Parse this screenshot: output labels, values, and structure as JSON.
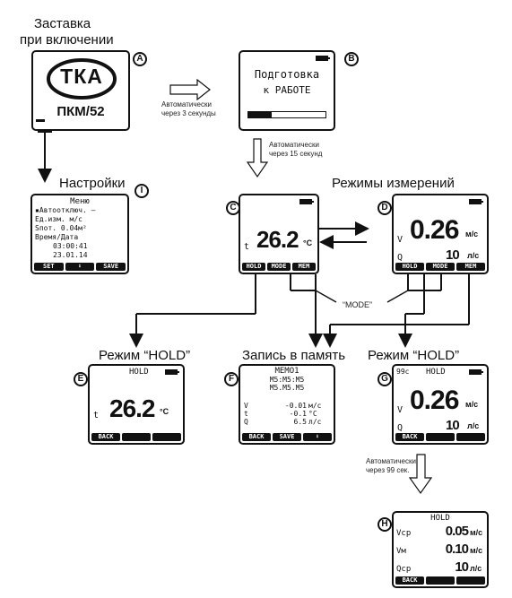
{
  "labels": {
    "startup": [
      "Заставка",
      "при включении"
    ],
    "settings": "Настройки",
    "modes": "Режимы измерений",
    "hold_e": "Режим “HOLD”",
    "memory": "Запись в память",
    "hold_g": "Режим “HOLD”",
    "mode_label": "“MODE”"
  },
  "notes": {
    "auto3": [
      "Автоматически",
      "через 3 секунды"
    ],
    "auto15": [
      "Автоматически",
      "через 15 секунд"
    ],
    "auto99": [
      "Автоматически",
      "через 99 сек."
    ]
  },
  "badges": {
    "A": "A",
    "B": "B",
    "C": "C",
    "D": "D",
    "E": "E",
    "F": "F",
    "G": "G",
    "H": "H",
    "I": "I"
  },
  "screen_a": {
    "logo": "ТКА",
    "model": "ПКМ/52"
  },
  "screen_b": {
    "line1": "Подготовка",
    "line2": "к РАБОТЕ",
    "progress": 0.3
  },
  "screen_i": {
    "title": "Меню",
    "lines": [
      "▪Автоотключ. —",
      "Ед.изм.    м/с",
      "Sпот.  0.04м²",
      "Время/Дата",
      "03:00:41",
      "23.01.14"
    ],
    "buttons": [
      "SET",
      "⬇",
      "SAVE"
    ]
  },
  "screen_c": {
    "param": "t",
    "value": "26.2",
    "unit": "°C",
    "buttons": [
      "HOLD",
      "MODE",
      "MEM"
    ]
  },
  "screen_d": {
    "param_v": "V",
    "value": "0.26",
    "unit_v": "м/с",
    "param_q": "Q",
    "q_value": "10",
    "q_unit": "л/с",
    "buttons": [
      "HOLD",
      "MODE",
      "MEM"
    ]
  },
  "screen_e": {
    "header": "HOLD",
    "param": "t",
    "value": "26.2",
    "unit": "°C",
    "buttons": [
      "BACK",
      "",
      ""
    ]
  },
  "screen_f": {
    "header": "MEMO1",
    "lines": [
      "M5:M5:M5",
      "M5.M5.M5"
    ],
    "rows": [
      {
        "p": "V",
        "v": "-0.01",
        "u": "м/с"
      },
      {
        "p": "t",
        "v": "-0.1",
        "u": "°C"
      },
      {
        "p": "Q",
        "v": "6.5",
        "u": "л/с"
      }
    ],
    "buttons": [
      "BACK",
      "SAVE",
      "⬇"
    ]
  },
  "screen_g": {
    "header_left": "99с",
    "header": "HOLD",
    "param_v": "V",
    "value": "0.26",
    "unit_v": "м/с",
    "param_q": "Q",
    "q_value": "10",
    "q_unit": "л/с",
    "buttons": [
      "BACK",
      "",
      ""
    ]
  },
  "screen_h": {
    "header": "HOLD",
    "rows": [
      {
        "p": "Vср",
        "v": "0.05",
        "u": "м/с"
      },
      {
        "p": "Vм",
        "v": "0.10",
        "u": "м/с"
      },
      {
        "p": "Qср",
        "v": "10",
        "u": "л/с"
      }
    ],
    "buttons": [
      "BACK",
      "",
      ""
    ]
  }
}
